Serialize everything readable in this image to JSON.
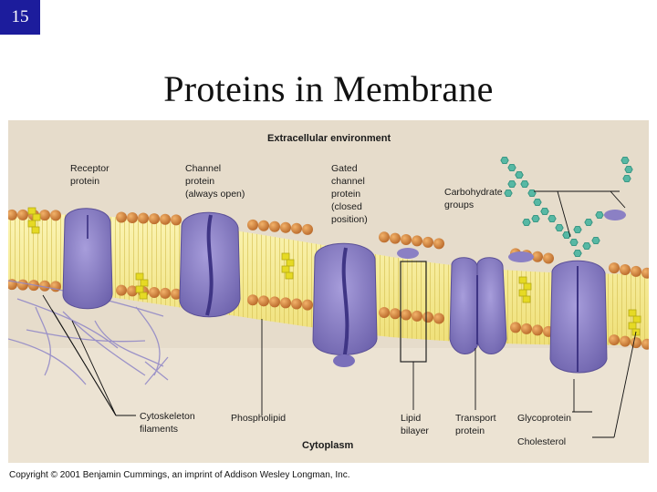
{
  "slide": {
    "number": "15",
    "title": "Proteins in Membrane"
  },
  "diagram": {
    "regions": {
      "top": "Extracellular environment",
      "bottom": "Cytoplasm"
    },
    "labels": {
      "receptor": [
        "Receptor",
        "protein"
      ],
      "channel": [
        "Channel",
        "protein",
        "(always open)"
      ],
      "gated": [
        "Gated",
        "channel",
        "protein",
        "(closed",
        "position)"
      ],
      "carbohydrate": [
        "Carbohydrate",
        "groups"
      ],
      "cytoskeleton": [
        "Cytoskeleton",
        "filaments"
      ],
      "phospholipid": [
        "Phospholipid"
      ],
      "lipid_bilayer": [
        "Lipid",
        "bilayer"
      ],
      "transport": [
        "Transport",
        "protein"
      ],
      "glycoprotein": [
        "Glycoprotein"
      ],
      "cholesterol": [
        "Cholesterol"
      ]
    },
    "colors": {
      "protein": "#8b80c4",
      "phospholipid_head": "#d98a3a",
      "tail": "#f2e58a",
      "cholesterol": "#e6da24",
      "carbohydrate": "#57b8a4",
      "background": "#e3d9c8"
    }
  },
  "copyright": "Copyright © 2001 Benjamin Cummings, an imprint of Addison Wesley Longman, Inc."
}
